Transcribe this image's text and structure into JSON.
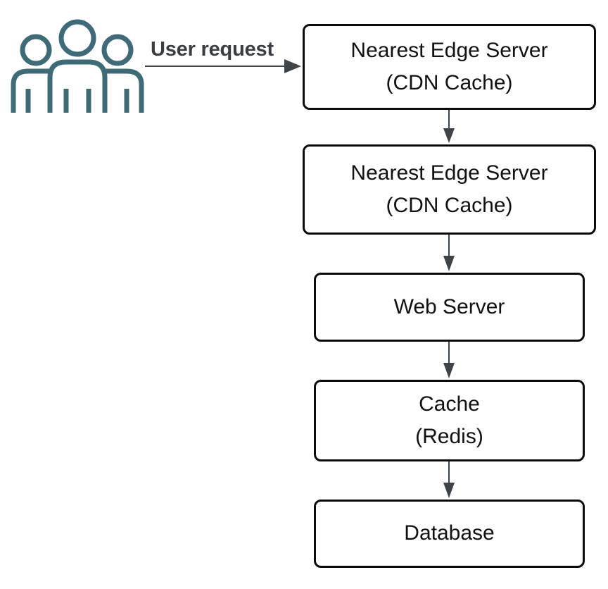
{
  "diagram": {
    "icon": "users-group-icon",
    "edge_label": "User request",
    "nodes": [
      {
        "id": "edge-server-1",
        "line1": "Nearest Edge Server",
        "line2": "(CDN Cache)"
      },
      {
        "id": "edge-server-2",
        "line1": "Nearest Edge Server",
        "line2": "(CDN Cache)"
      },
      {
        "id": "web-server",
        "line1": "Web Server",
        "line2": ""
      },
      {
        "id": "cache",
        "line1": "Cache",
        "line2": "(Redis)"
      },
      {
        "id": "database",
        "line1": "Database",
        "line2": ""
      }
    ],
    "colors": {
      "icon": "#3f6b78",
      "box_border": "#0b0b0b",
      "connector": "#3f444b",
      "label": "#3a3d42"
    }
  }
}
